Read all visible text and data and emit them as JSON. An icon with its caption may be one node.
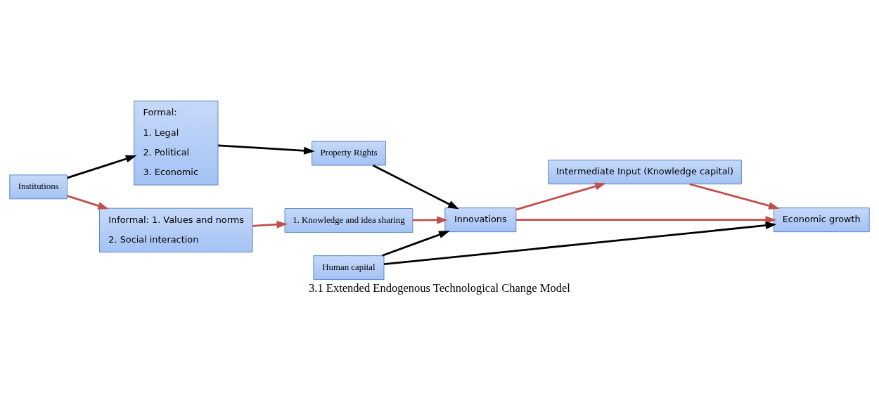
{
  "diagram": {
    "caption": "3.1 Extended Endogenous Technological Change Model",
    "nodes": [
      {
        "text": [
          "Institutions"
        ]
      },
      {
        "text": [
          "Formal:",
          "1. Legal",
          "2. Political",
          "3. Economic"
        ]
      },
      {
        "text": [
          "Informal: 1. Values and norms",
          "2. Social interaction"
        ]
      },
      {
        "text": [
          "Property Rights"
        ]
      },
      {
        "text": [
          "1. Knowledge and idea sharing"
        ]
      },
      {
        "text": [
          "Innovations"
        ]
      },
      {
        "text": [
          "Intermediate Input (Knowledge capital)"
        ]
      },
      {
        "text": [
          "Economic growth"
        ]
      },
      {
        "text": [
          "Human capital"
        ]
      }
    ],
    "edges": [
      {
        "from": 0,
        "to": 1,
        "arrow": "to",
        "color": "#000000"
      },
      {
        "from": 0,
        "to": 2,
        "arrow": "to"
      },
      {
        "from": 1,
        "to": 3,
        "arrow": "to",
        "color": "#000000"
      },
      {
        "from": 2,
        "to": 4,
        "arrow": "to"
      },
      {
        "from": 3,
        "to": 5,
        "arrow": "to",
        "color": "#000000"
      },
      {
        "from": 4,
        "to": 5,
        "arrow": "to"
      },
      {
        "from": 5,
        "to": 6,
        "arrow": "to"
      },
      {
        "from": 6,
        "to": 7,
        "arrow": "to"
      },
      {
        "from": 5,
        "to": 7,
        "arrow": "to"
      },
      {
        "from": 8,
        "to": 5,
        "arrow": "to",
        "color": "#000000"
      },
      {
        "from": 8,
        "to": 7,
        "arrow": "to",
        "color": "#000000"
      }
    ]
  }
}
